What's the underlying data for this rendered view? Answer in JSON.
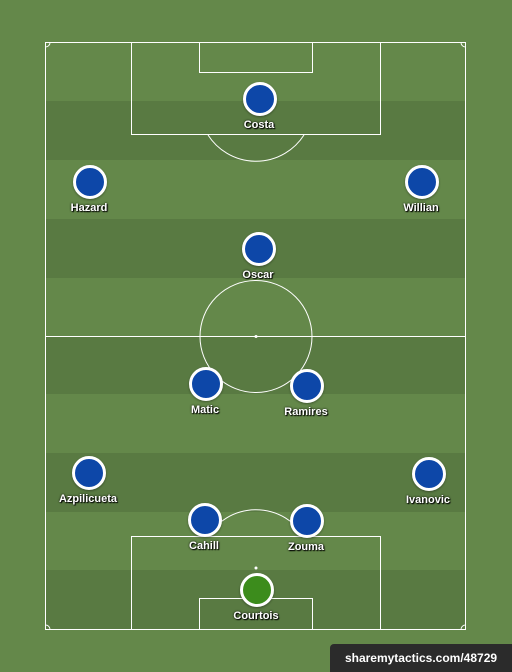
{
  "players": [
    {
      "name": "Costa",
      "role": "outfield"
    },
    {
      "name": "Hazard",
      "role": "outfield"
    },
    {
      "name": "Willian",
      "role": "outfield"
    },
    {
      "name": "Oscar",
      "role": "outfield"
    },
    {
      "name": "Matic",
      "role": "outfield"
    },
    {
      "name": "Ramires",
      "role": "outfield"
    },
    {
      "name": "Azpilicueta",
      "role": "outfield"
    },
    {
      "name": "Ivanovic",
      "role": "outfield"
    },
    {
      "name": "Cahill",
      "role": "outfield"
    },
    {
      "name": "Zouma",
      "role": "outfield"
    },
    {
      "name": "Courtois",
      "role": "goalkeeper"
    }
  ],
  "credit": {
    "text": "sharemytactics.com/48729"
  },
  "colors": {
    "pitch": "#64884a",
    "stripe": "#597a42",
    "player": "#0d47a8",
    "goalkeeper": "#3c8c1c",
    "lines": "#ffffff"
  }
}
